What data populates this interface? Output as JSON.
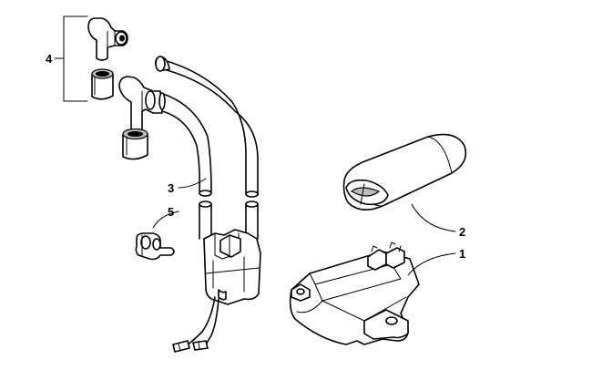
{
  "callouts": [
    {
      "id": "1",
      "label": "1"
    },
    {
      "id": "2",
      "label": "2"
    },
    {
      "id": "3",
      "label": "3"
    },
    {
      "id": "4",
      "label": "4"
    },
    {
      "id": "5",
      "label": "5"
    }
  ],
  "colors": {
    "ink": "#000000",
    "paper": "#ffffff",
    "shade": "#bdbdbd"
  }
}
